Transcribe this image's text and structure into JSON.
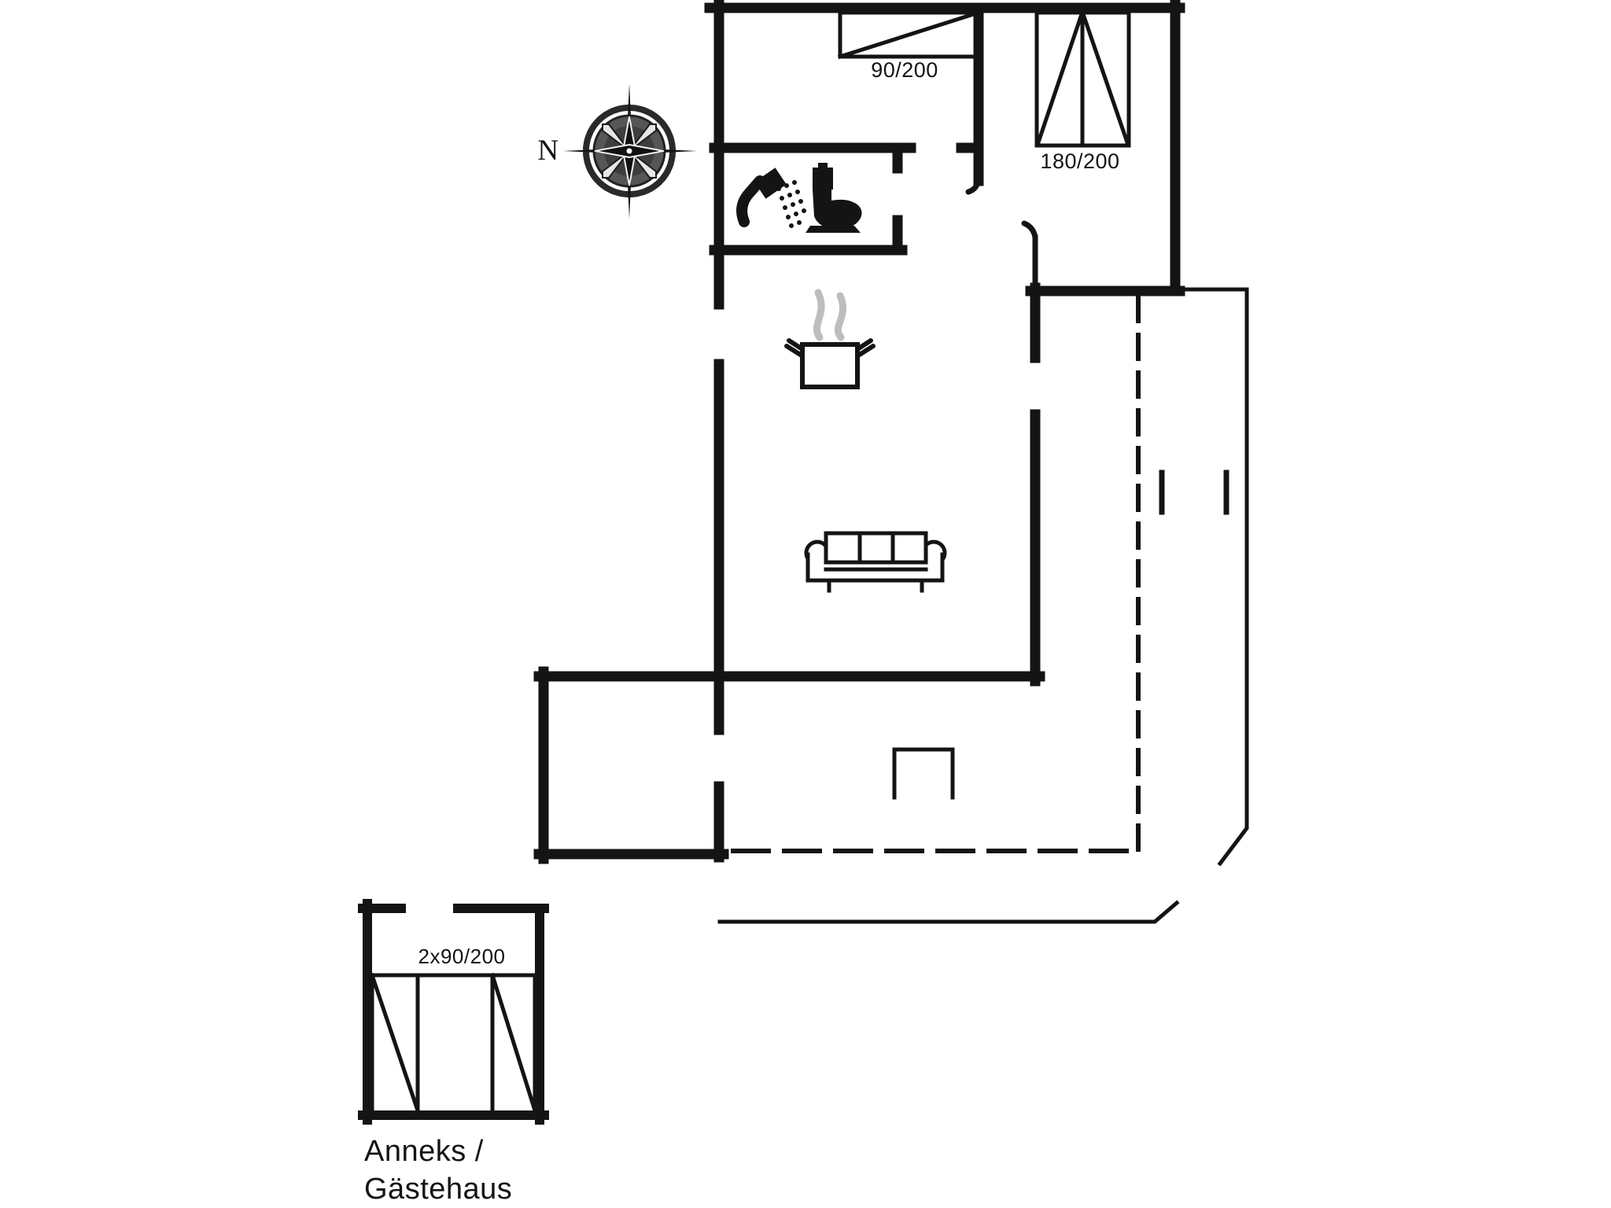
{
  "document": {
    "type": "floor-plan",
    "background_color": "#ffffff",
    "ink_color": "#141414",
    "steam_color": "#bdbdbd"
  },
  "compass": {
    "north_label": "N",
    "icon": "compass-rose-icon"
  },
  "main_house": {
    "bedroom_top": {
      "bed_label": "90/200",
      "icon": "single-bed-icon"
    },
    "bedroom_right": {
      "bed_label": "180/200",
      "icon": "double-bed-icon"
    },
    "bathroom": {
      "icons": [
        "shower-icon",
        "toilet-icon"
      ]
    },
    "kitchen": {
      "icon": "cooking-pot-icon"
    },
    "living_room": {
      "icon": "sofa-icon"
    },
    "terrace": {
      "boundary_style": "dashed"
    }
  },
  "annex": {
    "bed_label": "2x90/200",
    "icon": "bunk-beds-icon",
    "caption_line_1": "Anneks /",
    "caption_line_2": "Gästehaus"
  }
}
